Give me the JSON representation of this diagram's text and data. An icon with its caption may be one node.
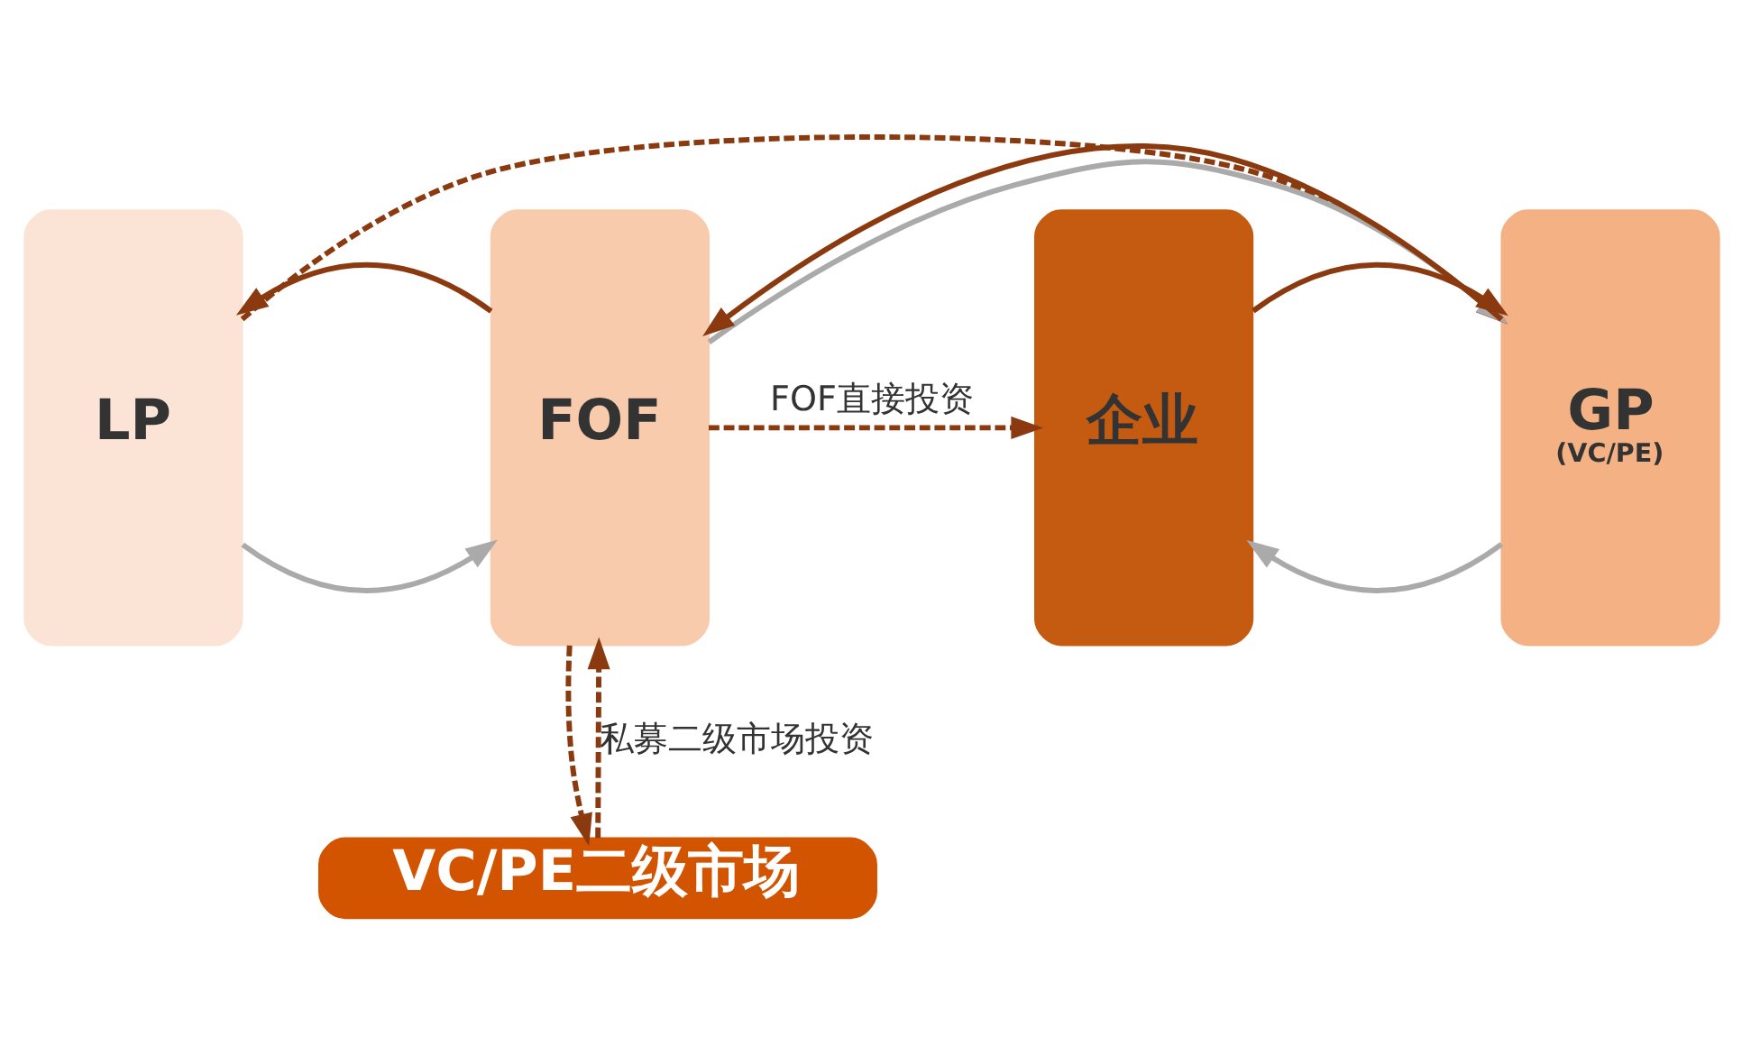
{
  "diagram": {
    "nodes": [
      {
        "text": [
          "LP"
        ]
      },
      {
        "text": [
          "FOF"
        ]
      },
      {
        "text": [
          "GP",
          "(VC/PE)"
        ]
      },
      {
        "text": [
          "企业"
        ]
      },
      {
        "text": [
          "VC/PE二级市场"
        ]
      }
    ],
    "edges": [
      {
        "from": 0,
        "to": 1,
        "arrow": "to",
        "color": "#aaaaaa"
      },
      {
        "from": 1,
        "to": 0,
        "arrow": "to"
      },
      {
        "from": 1,
        "to": 2,
        "arrow": "to",
        "color": "#aaaaaa"
      },
      {
        "from": 2,
        "to": 1,
        "arrow": "to"
      },
      {
        "from": 2,
        "to": 3,
        "arrow": "to",
        "color": "#aaaaaa"
      },
      {
        "from": 3,
        "to": 2,
        "arrow": "to"
      },
      {
        "from": 0,
        "to": 2,
        "arrow": "to",
        "style": "dashed"
      },
      {
        "from": 4,
        "to": 1,
        "arrow": "to",
        "style": "dashed",
        "label": "私募二级市场投资"
      },
      {
        "from": 1,
        "to": 4,
        "arrow": "to",
        "style": "dashed"
      },
      {
        "from": 1,
        "to": 3,
        "arrow": "to",
        "style": "dashed",
        "label": "FOF直接投资"
      }
    ]
  }
}
